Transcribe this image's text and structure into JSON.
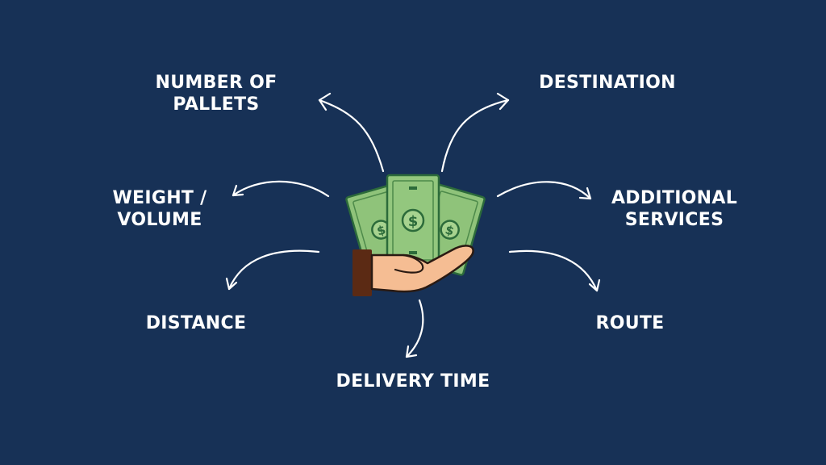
{
  "background_color": "#173156",
  "center": {
    "icon": "hand-holding-cash-icon"
  },
  "factors": {
    "pallets": {
      "line1": "NUMBER OF",
      "line2": "PALLETS"
    },
    "destination": {
      "line1": "DESTINATION"
    },
    "weight": {
      "line1": "WEIGHT /",
      "line2": "VOLUME"
    },
    "services": {
      "line1": "ADDITIONAL",
      "line2": "SERVICES"
    },
    "distance": {
      "line1": "DISTANCE"
    },
    "route": {
      "line1": "ROUTE"
    },
    "delivery": {
      "line1": "DELIVERY TIME"
    }
  }
}
